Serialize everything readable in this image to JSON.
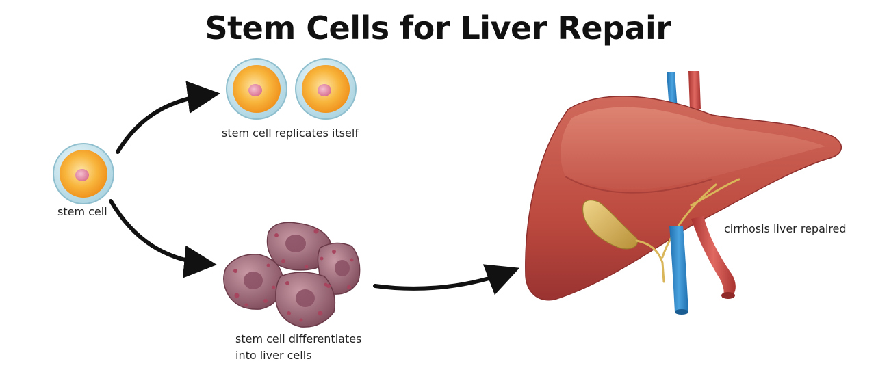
{
  "title": "Stem Cells for Liver Repair",
  "labels": {
    "stem_cell": "stem cell",
    "replicates": "stem cell replicates itself",
    "differentiates_line1": "stem cell differentiates",
    "differentiates_line2": "into liver cells",
    "liver": "cirrhosis liver repaired"
  },
  "colors": {
    "cell_membrane": "#b9dbe6",
    "cytoplasm": "#f5a423",
    "nucleus": "#e389a6",
    "liver": "#bd4a3f",
    "vein": "#2e86c8",
    "artery": "#c9413c",
    "gallbladder": "#d8b75e",
    "liver_cell": "#9e6778"
  }
}
